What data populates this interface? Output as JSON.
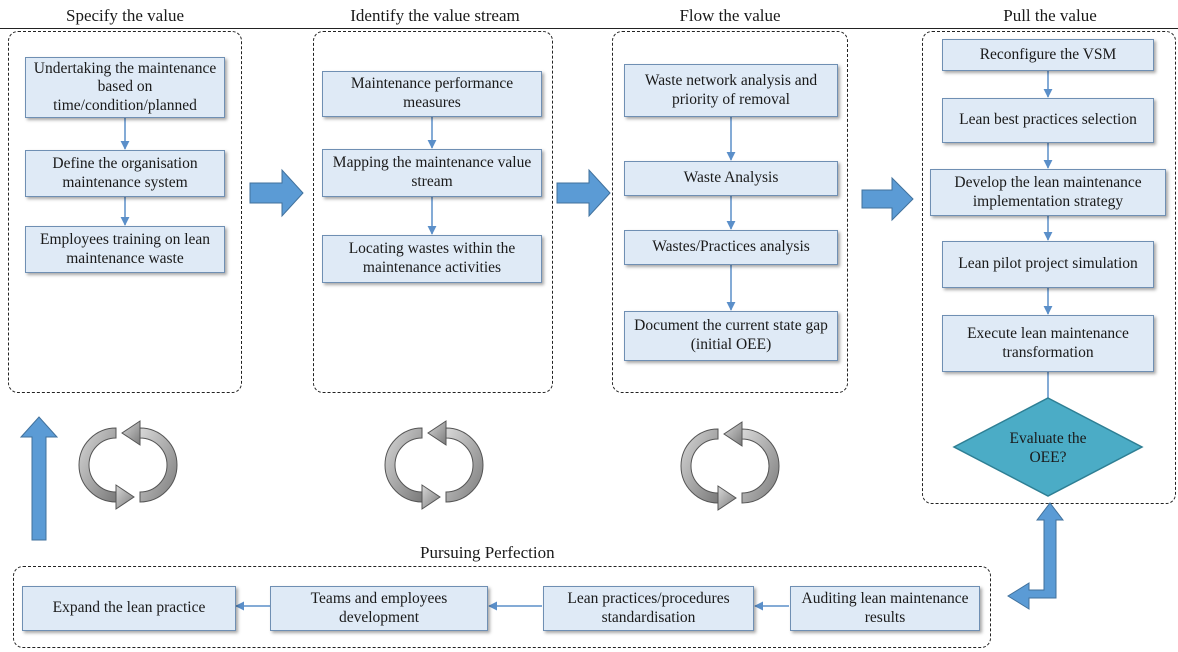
{
  "stages": [
    {
      "title": "Specify the value",
      "steps": [
        "Undertaking the maintenance based on time/condition/planned",
        "Define the organisation maintenance system",
        "Employees training on lean maintenance waste"
      ]
    },
    {
      "title": "Identify the value stream",
      "steps": [
        "Maintenance performance measures",
        "Mapping the maintenance value stream",
        "Locating wastes within the maintenance activities"
      ]
    },
    {
      "title": "Flow the value",
      "steps": [
        "Waste network analysis and priority of removal",
        "Waste Analysis",
        "Wastes/Practices analysis",
        "Document the current state gap (initial OEE)"
      ]
    },
    {
      "title": "Pull the value",
      "steps": [
        "Reconfigure the VSM",
        "Lean best practices selection",
        "Develop the lean maintenance implementation strategy",
        "Lean pilot project simulation",
        "Execute lean maintenance transformation"
      ],
      "decision": "Evaluate the OEE?"
    }
  ],
  "perfection": {
    "title": "Pursuing Perfection",
    "steps": [
      "Expand the lean practice",
      "Teams and employees development",
      "Lean practices/procedures standardisation",
      "Auditing lean maintenance results"
    ]
  },
  "colors": {
    "box_fill": "#dfeaf6",
    "box_border": "#6f8fb3",
    "connector": "#5b8fc9",
    "big_arrow": "#5b9bd5",
    "diamond": "#4bacc6",
    "cycle_arrow": "#9a9a9a"
  }
}
